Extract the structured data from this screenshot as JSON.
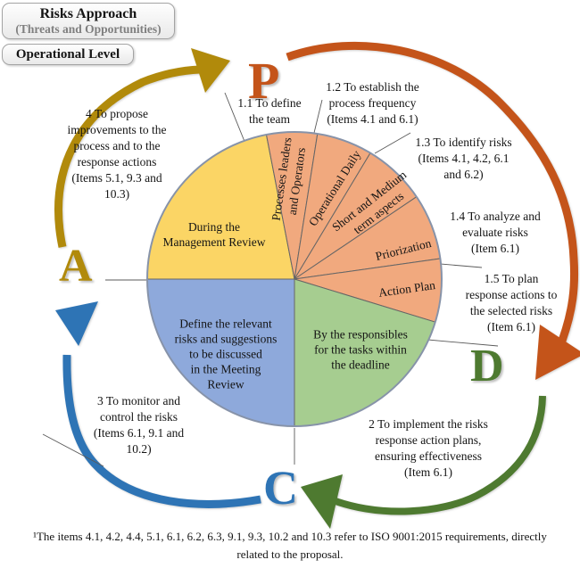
{
  "header": {
    "title": "Risks Approach",
    "subtitle": "(Threats and Opportunities)",
    "level": "Operational Level"
  },
  "cycle": {
    "p": "P",
    "d": "D",
    "c": "C",
    "a": "A"
  },
  "pie": {
    "yellow": "During the\nManagement Review",
    "orange1": "Processes leaders\nand Operators",
    "orange2": "Operational Daily",
    "orange3": "Short and Medium\nterm aspects",
    "orange4": "Priorization",
    "orange5": "Action Plan",
    "green": "By the responsibles\nfor the tasks within\nthe deadline",
    "blue": "Define the relevant\nrisks and suggestions\nto be discussed\nin the Meeting\nReview"
  },
  "steps": {
    "s11": "1.1 To define\nthe team",
    "s12": "1.2 To establish the\nprocess frequency\n(Items 4.1 and 6.1)",
    "s13": "1.3 To identify risks\n(Items 4.1, 4.2, 6.1\nand 6.2)",
    "s14": "1.4 To analyze and\nevaluate risks\n(Item 6.1)",
    "s15": "1.5 To plan\nresponse actions to\nthe selected risks\n(Item 6.1)",
    "s2": "2 To implement the risks\nresponse action plans,\nensuring effectiveness\n(Item 6.1)",
    "s3": "3 To monitor and\ncontrol the risks\n(Items 6.1, 9.1 and\n10.2)",
    "s4": "4 To propose\nimprovements to the\nprocess and to the\nresponse actions\n(Items 5.1, 9.3 and\n10.3)"
  },
  "footnote": "¹The items 4.1, 4.2, 4.4, 5.1, 6.1, 6.2, 6.3, 9.1, 9.3, 10.2 and 10.3 refer to ISO 9001:2015 requirements, directly\nrelated to the proposal.",
  "colors": {
    "pie_yellow": "#FBD565",
    "pie_orange": "#F1A97E",
    "pie_green": "#A6CD90",
    "pie_blue": "#8EA9DB",
    "plan": "#C4541A",
    "do": "#4E7A30",
    "check": "#2E74B5",
    "act": "#B18A0B",
    "rim": "#8793A9",
    "line": "#5A5A5A"
  }
}
